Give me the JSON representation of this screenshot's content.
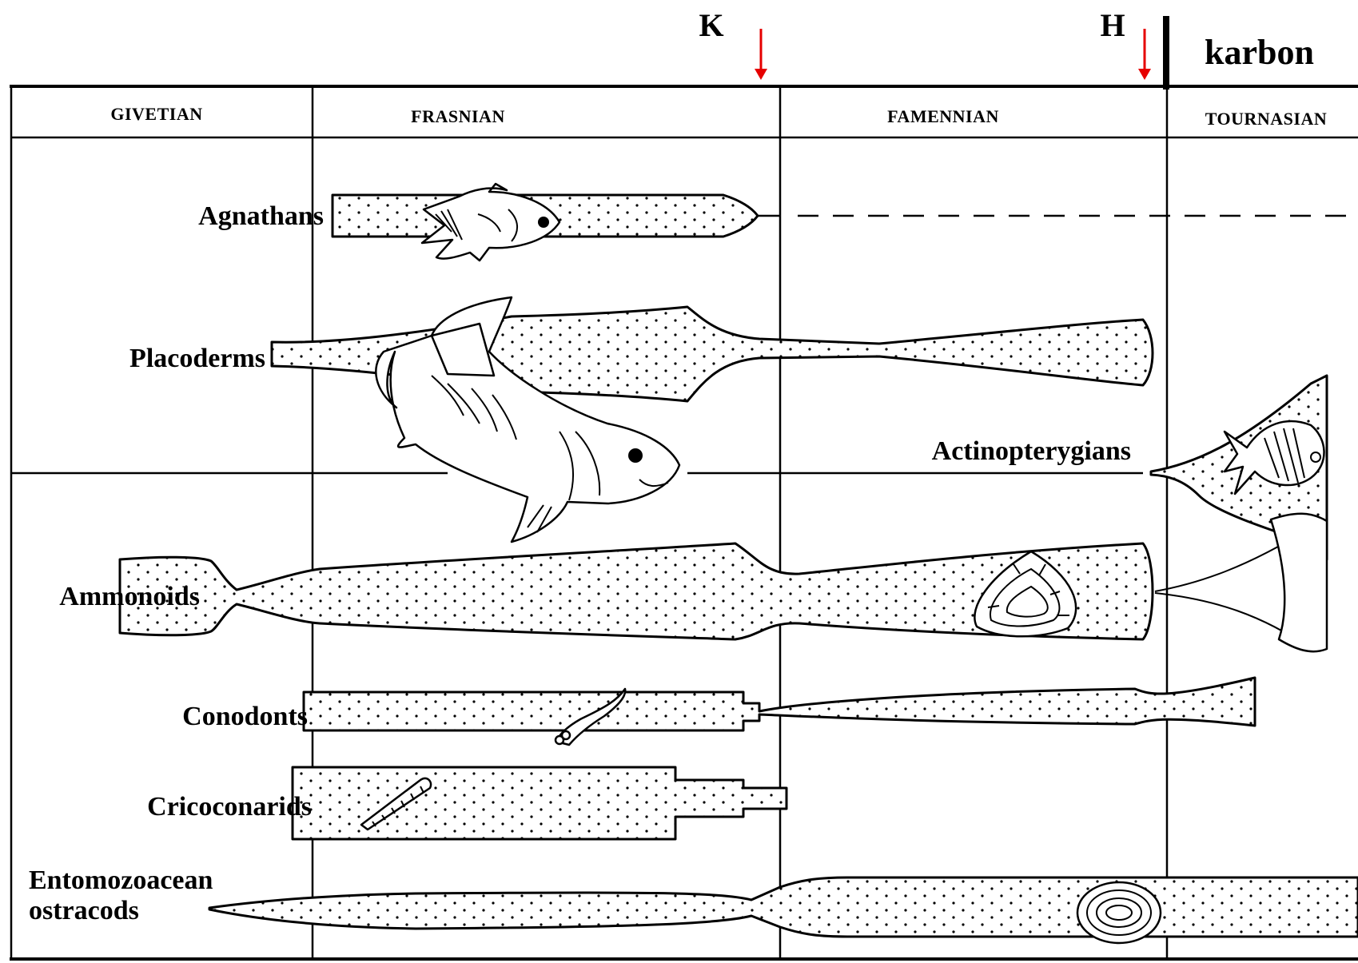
{
  "markers": [
    {
      "letter": "K",
      "arrow_color": "#e60000"
    },
    {
      "letter": "H",
      "arrow_color": "#e60000"
    }
  ],
  "period_label": "karbon",
  "stages": [
    "GIVETIAN",
    "FRASNIAN",
    "FAMENNIAN",
    "TOURNASIAN"
  ],
  "groups": {
    "agnathans": "Agnathans",
    "placoderms": "Placoderms",
    "actinopterygians": "Actinopterygians",
    "ammonoids": "Ammonoids",
    "conodonts": "Conodonts",
    "cricoconarids": "Cricoconarids",
    "entomozoacean_line1": "Entomozoacean",
    "entomozoacean_line2": "ostracods"
  },
  "icons": [
    "fish-icon",
    "placoderm-fish-icon",
    "ray-finned-fish-icon",
    "ammonoid-shell-icon",
    "conodont-element-icon",
    "cricoconarid-shell-icon",
    "ostracod-shell-icon"
  ]
}
